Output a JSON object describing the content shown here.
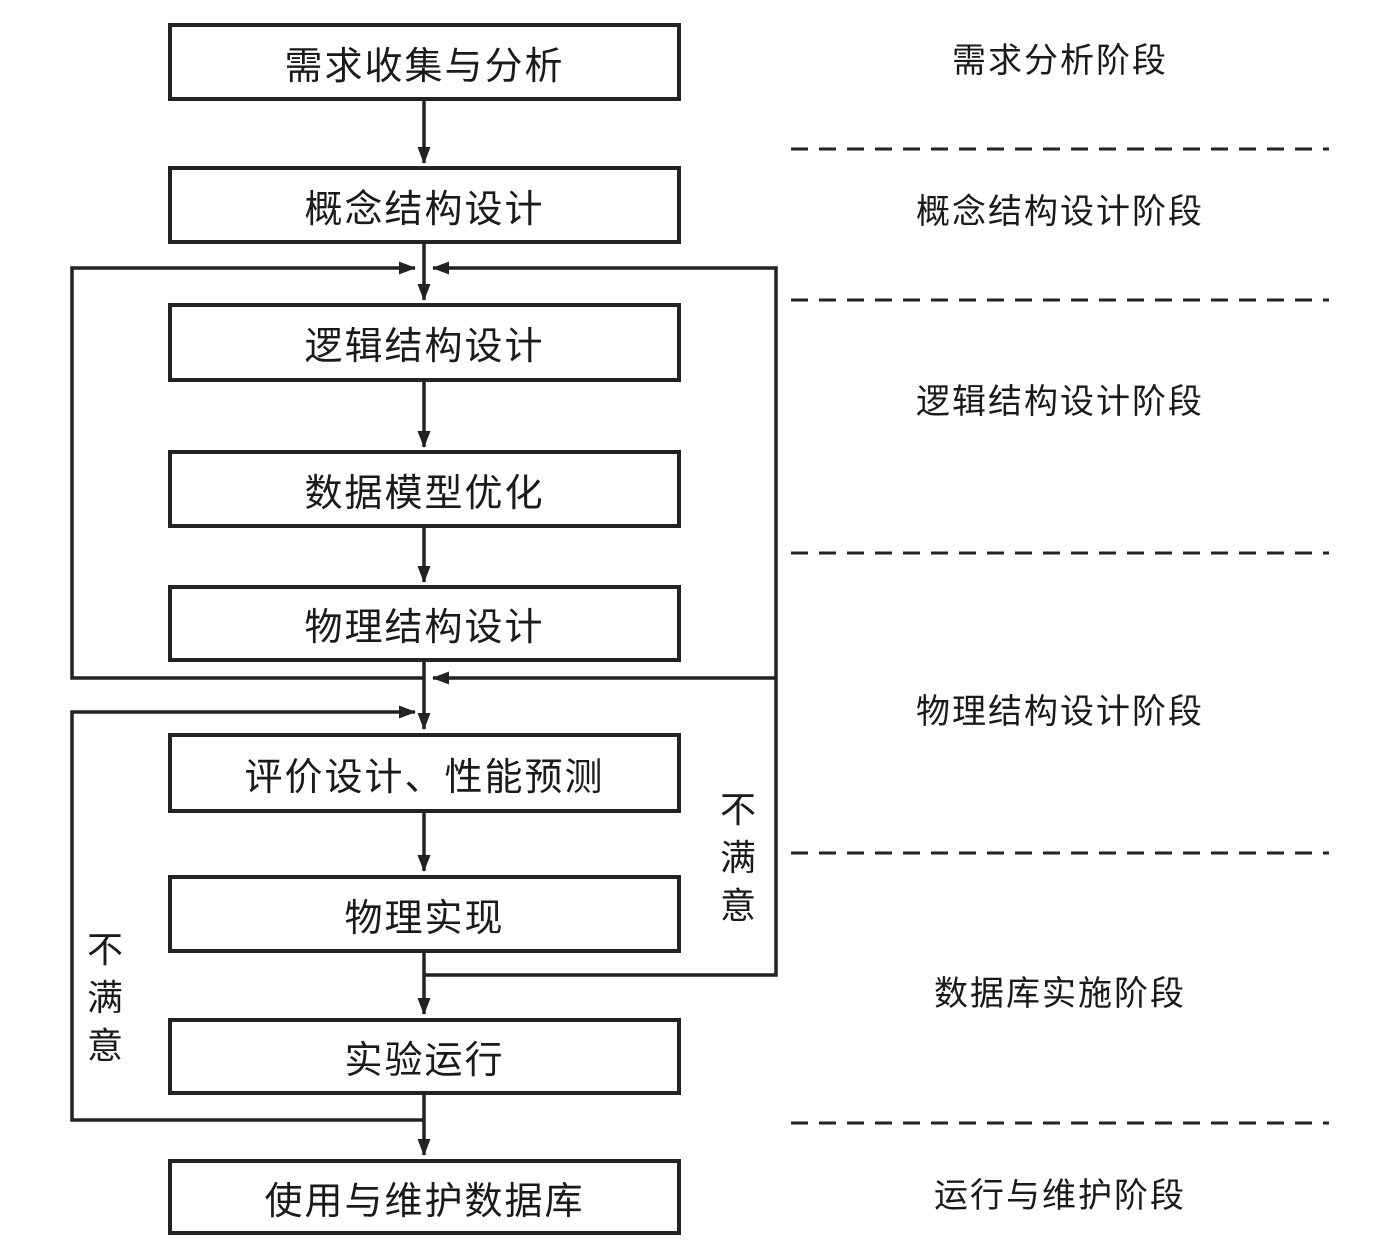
{
  "diagram": {
    "type": "flowchart",
    "boxes": [
      {
        "label": "需求收集与分析"
      },
      {
        "label": "概念结构设计"
      },
      {
        "label": "逻辑结构设计"
      },
      {
        "label": "数据模型优化"
      },
      {
        "label": "物理结构设计"
      },
      {
        "label": "评价设计、性能预测"
      },
      {
        "label": "物理实现"
      },
      {
        "label": "实验运行"
      },
      {
        "label": "使用与维护数据库"
      }
    ],
    "stages": [
      {
        "label": "需求分析阶段"
      },
      {
        "label": "概念结构设计阶段"
      },
      {
        "label": "逻辑结构设计阶段"
      },
      {
        "label": "物理结构设计阶段"
      },
      {
        "label": "数据库实施阶段"
      },
      {
        "label": "运行与维护阶段"
      }
    ],
    "feedback": {
      "left": "不满意",
      "right": "不满意"
    },
    "colors": {
      "line": "#222222",
      "text": "#1a1a1a",
      "background": "#ffffff"
    }
  }
}
